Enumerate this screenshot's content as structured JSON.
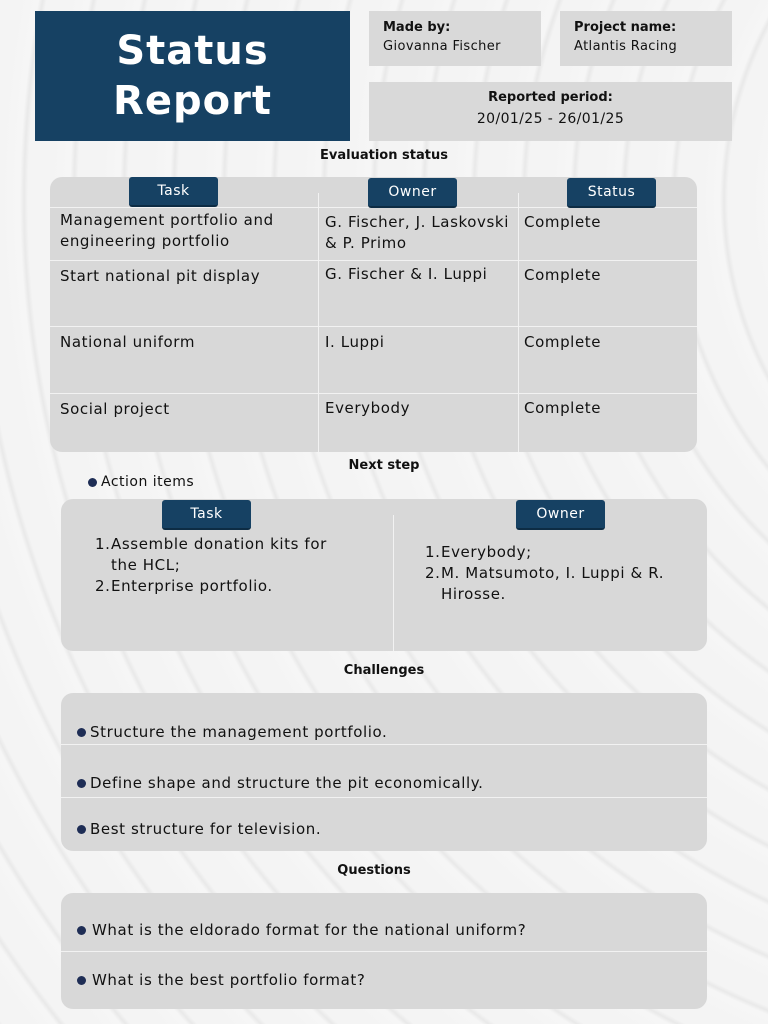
{
  "header": {
    "title_line1": "Status",
    "title_line2": "Report",
    "made_by_label": "Made by:",
    "made_by_value": "Giovanna Fischer",
    "project_label": "Project name:",
    "project_value": "Atlantis Racing",
    "period_label": "Reported period:",
    "period_value": "20/01/25 - 26/01/25"
  },
  "evaluation": {
    "title": "Evaluation status",
    "col_task": "Task",
    "col_owner": "Owner",
    "col_status": "Status",
    "rows": [
      {
        "task": "Management portfolio and engineering portfolio",
        "owner": "G. Fischer, J. Laskovski & P. Primo",
        "status": "Complete"
      },
      {
        "task": "Start national pit display",
        "owner": "G. Fischer & I. Luppi",
        "status": "Complete"
      },
      {
        "task": "National uniform",
        "owner": "I. Luppi",
        "status": "Complete"
      },
      {
        "task": "Social project",
        "owner": "Everybody",
        "status": "Complete"
      }
    ]
  },
  "next_step": {
    "title": "Next step",
    "bullet": "Action items",
    "col_task": "Task",
    "col_owner": "Owner",
    "tasks": [
      {
        "num": "1.",
        "text": "Assemble donation kits for the HCL;"
      },
      {
        "num": "2.",
        "text": "Enterprise portfolio."
      }
    ],
    "owners": [
      {
        "num": "1.",
        "text": "Everybody;"
      },
      {
        "num": "2.",
        "text": "M. Matsumoto, I. Luppi & R. Hirosse."
      }
    ]
  },
  "challenges": {
    "title": "Challenges",
    "items": [
      "Structure the management portfolio.",
      "Define shape and structure the pit economically.",
      "Best structure for television."
    ]
  },
  "questions": {
    "title": "Questions",
    "items": [
      "What is the eldorado format for the national uniform?",
      "What is the best portfolio format?"
    ]
  },
  "colors": {
    "navy": "#164163",
    "panel_gray": "#d8d8d8",
    "bullet": "#1e2d55"
  }
}
